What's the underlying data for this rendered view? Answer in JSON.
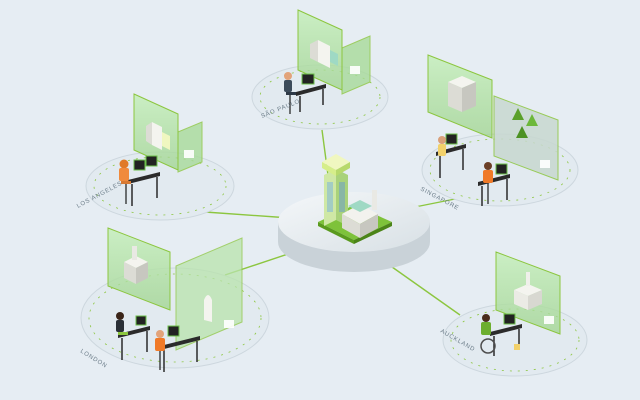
{
  "diagram": {
    "hub": {
      "name": "central-building-hub"
    },
    "offices": [
      {
        "id": "sao-paulo",
        "label": "SÃO PAULO"
      },
      {
        "id": "los-angeles",
        "label": "LOS ANGELES"
      },
      {
        "id": "singapore",
        "label": "SINGAPORE"
      },
      {
        "id": "london",
        "label": "LONDON"
      },
      {
        "id": "auckland",
        "label": "AUCKLAND"
      }
    ]
  },
  "colors": {
    "background": "#e6edf3",
    "accent": "#8cc63f",
    "accent_dark": "#5a9a1e",
    "panel_fill": "#b8e3b0",
    "desk": "#2b2b2b",
    "platform": "#dfe6ea"
  },
  "icons": [
    "desk-icon",
    "monitor-icon",
    "person-icon",
    "building-model-icon",
    "tree-model-icon"
  ]
}
